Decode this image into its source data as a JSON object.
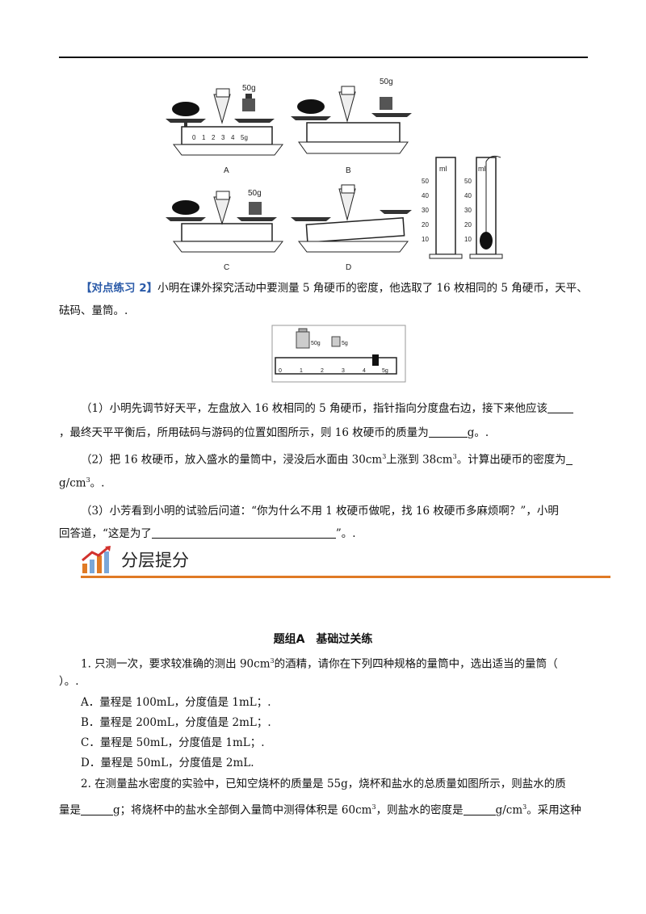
{
  "figures": {
    "balance_labels": [
      "A",
      "B",
      "C",
      "D"
    ],
    "weight_label": "50g",
    "scale_marks": [
      "0",
      "1",
      "2",
      "3",
      "4",
      "5g"
    ],
    "cylinder_unit": "ml",
    "cylinder_marks": [
      "50",
      "40",
      "30",
      "20",
      "10"
    ],
    "weights_small": [
      "50g",
      "5g"
    ],
    "ruler_marks": [
      "0",
      "1",
      "2",
      "3",
      "4",
      "5g"
    ]
  },
  "practice2": {
    "tag": "【对点练习 2】",
    "intro_line1": "小明在课外探究活动中要测量 5 角硬币的密度，他选取了 16 枚相同的 5 角硬币，天平、",
    "intro_line2": "砝码、量筒。.",
    "q1_line1": "（1）小明先调节好天平，左盘放入 16 枚相同的 5 角硬币，指针指向分度盘右边，接下来他应该",
    "q1_line2_a": "，最终天平平衡后，所用砝码与游码的位置如图所示，则 16 枚硬币的质量为",
    "q1_line2_b": "g。.",
    "q2_line1_a": "（2）把 16 枚硬币，放入盛水的量筒中，浸没后水面由 30cm",
    "q2_line1_b": "上涨到 38cm",
    "q2_line1_c": "。计算出硬币的密度为",
    "q2_line2_a": "g/cm",
    "q2_line2_b": "。.",
    "sup3": "3",
    "q3_line1": "（3）小芳看到小明的试验后问道：“你为什么不用 1 枚硬币做呢，找 16 枚硬币多麻烦啊？”，小明",
    "q3_line2_a": "回答道，“这是为了",
    "q3_line2_b": "”。."
  },
  "section": {
    "title": "分层提分"
  },
  "group_a": {
    "title": "题组A　基础过关练",
    "q1_line1_a": "1. 只测一次，要求较准确的测出 90cm",
    "q1_line1_b": "的酒精，请你在下列四种规格的量筒中，选出适当的量筒（",
    "q1_line2": "）。.",
    "options": [
      "A．量程是 100mL，分度值是 1mL；.",
      "B．量程是 200mL，分度值是 2mL；.",
      "C．量程是 50mL，分度值是 1mL；.",
      "D．量程是 50mL，分度值是 2mL."
    ],
    "q2_line1": "2. 在测量盐水密度的实验中，已知空烧杯的质量是 55g，烧杯和盐水的总质量如图所示，则盐水的质",
    "q2_line2_a": "量是",
    "q2_line2_b": "g；将烧杯中的盐水全部倒入量筒中测得体积是 60cm",
    "q2_line2_c": "，则盐水的密度是",
    "q2_line2_d": "g/cm",
    "q2_line2_e": "。采用这种"
  },
  "colors": {
    "accent": "#e07a25",
    "tag": "#2a5aa8"
  }
}
